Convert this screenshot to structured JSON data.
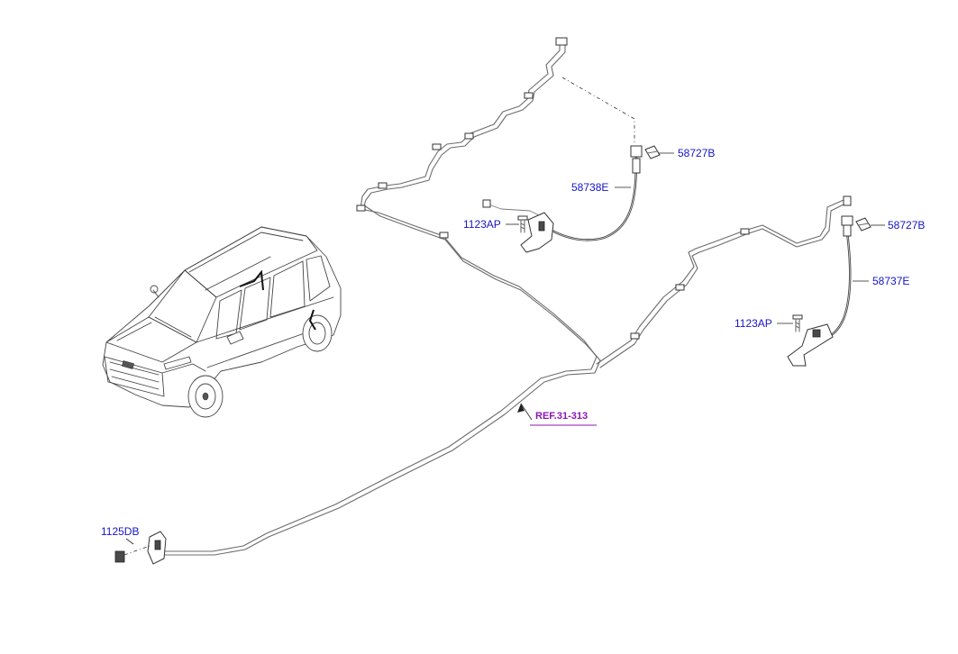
{
  "labels": {
    "clip_upper": "58727B",
    "hose_left": "58738E",
    "bolt_left": "1123AP",
    "clip_right": "58727B",
    "hose_right": "58737E",
    "bolt_right": "1123AP",
    "bolt_bottom": "1125DB",
    "reference": "REF.31-313"
  },
  "colors": {
    "part_label": "#1515c8",
    "reference_label": "#8a16b8"
  }
}
